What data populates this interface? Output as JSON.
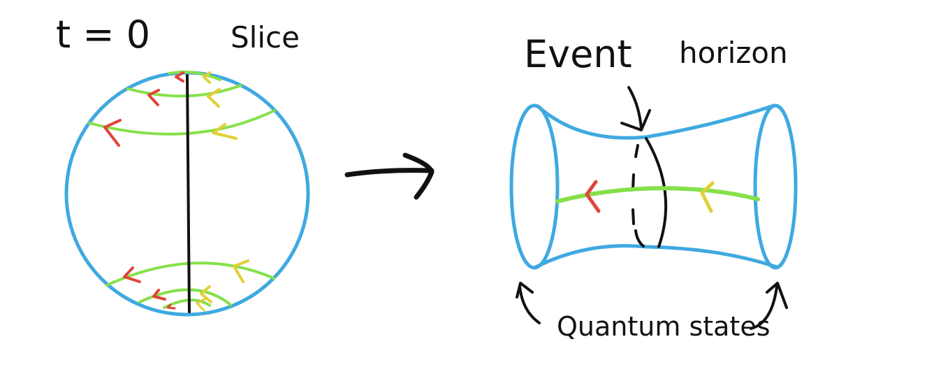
{
  "labels": {
    "time_slice": "t = 0",
    "slice_word": "Slice",
    "event": "Event",
    "horizon": "horizon",
    "quantum_states": "Quantum states"
  },
  "colors": {
    "boundary": "#3fa9e0",
    "geodesic": "#86e04a",
    "arrow_red": "#e0453a",
    "arrow_yellow": "#e2cf36",
    "ink": "#111111"
  }
}
